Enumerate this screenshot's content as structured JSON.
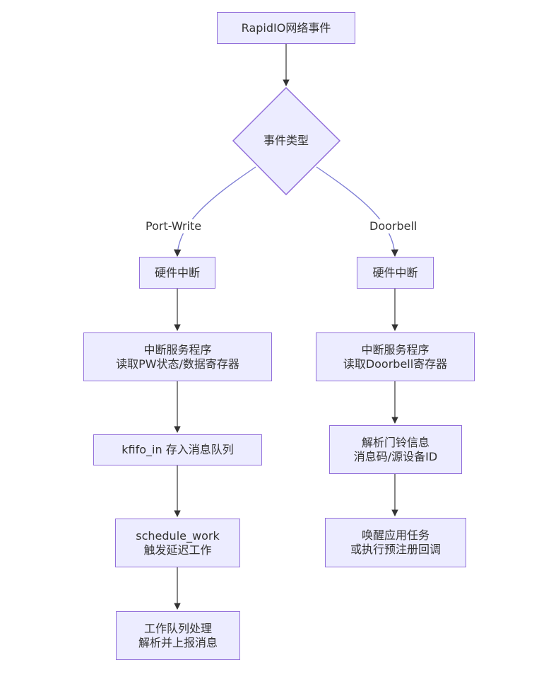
{
  "nodes": {
    "start": "RapidIO网络事件",
    "decision": "事件类型",
    "pw_irq": "硬件中断",
    "pw_isr": [
      "中断服务程序",
      "读取PW状态/数据寄存器"
    ],
    "pw_kfifo": "kfifo_in 存入消息队列",
    "pw_schedule": [
      "schedule_work",
      "触发延迟工作"
    ],
    "pw_workqueue": [
      "工作队列处理",
      "解析并上报消息"
    ],
    "db_irq": "硬件中断",
    "db_isr": [
      "中断服务程序",
      "读取Doorbell寄存器"
    ],
    "db_parse": [
      "解析门铃信息",
      "消息码/源设备ID"
    ],
    "db_wake": [
      "唤醒应用任务",
      "或执行预注册回调"
    ]
  },
  "edges": {
    "left_label": "Port-Write",
    "right_label": "Doorbell"
  },
  "colors": {
    "node_fill": "#ececff",
    "node_stroke": "#9370db",
    "edge_stroke": "#333333",
    "branch_stroke": "#7b7bd4",
    "text": "#333333"
  }
}
